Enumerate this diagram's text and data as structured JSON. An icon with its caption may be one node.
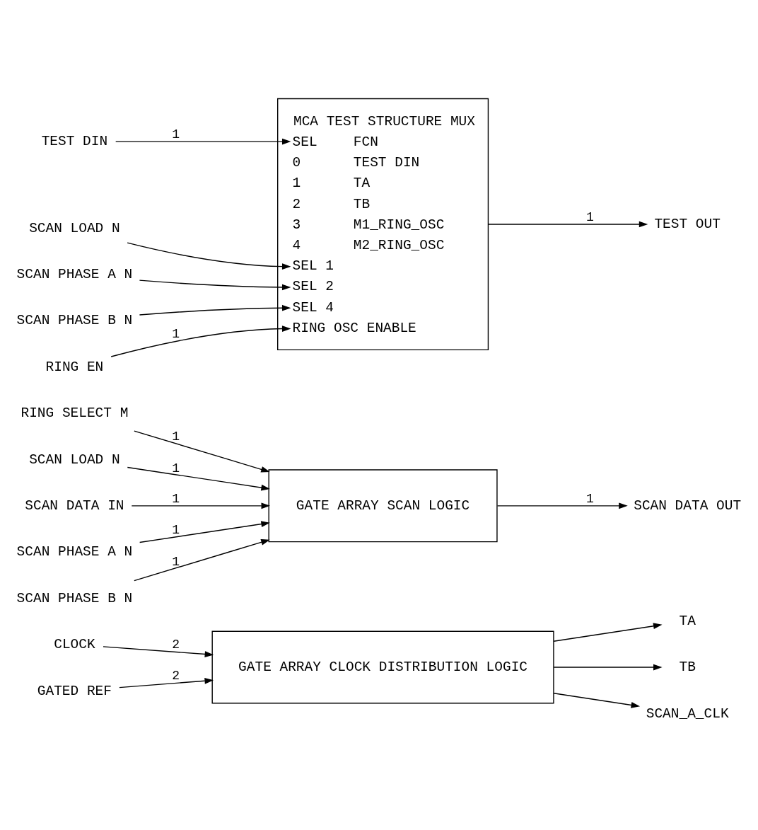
{
  "diagram": {
    "nodes": [
      {
        "text": [
          "CLOCK"
        ]
      },
      {
        "text": [
          "GATE ARRAY CLOCK DISTRIBUTION LOGIC"
        ]
      },
      {
        "text": [
          "TA"
        ]
      },
      {
        "text": [
          "GATED REF"
        ]
      },
      {
        "text": [
          "TB"
        ]
      },
      {
        "text": [
          "SCAN_A_CLK"
        ]
      },
      {
        "text": [
          "RING SELECT M"
        ]
      },
      {
        "text": [
          "GATE ARRAY SCAN LOGIC"
        ]
      },
      {
        "text": [
          "SCAN DATA OUT"
        ]
      },
      {
        "text": [
          "SCAN LOAD N"
        ]
      },
      {
        "text": [
          "SCAN DATA IN"
        ]
      },
      {
        "text": [
          "SCAN PHASE A N"
        ]
      },
      {
        "text": [
          "SCAN PHASE B N"
        ]
      },
      {
        "text": [
          "MCA TEST STRUCTURE MUX",
          "SEL",
          "FCN",
          "0",
          "TEST DIN",
          "1",
          "TA",
          "2",
          "TB",
          "3",
          "M1_RING_OSC",
          "4",
          "M2_RING_OSC",
          "SEL 1",
          "SEL 2",
          "SEL 4",
          "RING OSC ENABLE"
        ]
      },
      {
        "text": [
          "TEST OUT"
        ]
      },
      {
        "text": [
          "TEST DIN"
        ]
      },
      {
        "text": [
          "SCAN LOAD N"
        ]
      },
      {
        "text": [
          "SCAN PHASE A N"
        ]
      },
      {
        "text": [
          "SCAN PHASE B N"
        ]
      },
      {
        "text": [
          "RING EN"
        ]
      }
    ],
    "edges": [
      {
        "from": 0,
        "to": 1,
        "arrow": "to",
        "label": "2"
      },
      {
        "from": 3,
        "to": 1,
        "arrow": "to",
        "label": "2"
      },
      {
        "from": 1,
        "to": 2,
        "arrow": "to"
      },
      {
        "from": 1,
        "to": 4,
        "arrow": "to"
      },
      {
        "from": 1,
        "to": 5,
        "arrow": "to"
      },
      {
        "from": 6,
        "to": 7,
        "arrow": "to",
        "label": "1"
      },
      {
        "from": 7,
        "to": 8,
        "arrow": "to",
        "label": "1"
      },
      {
        "from": 9,
        "to": 7,
        "arrow": "to",
        "label": "1"
      },
      {
        "from": 10,
        "to": 7,
        "arrow": "to",
        "label": "1"
      },
      {
        "from": 11,
        "to": 7,
        "arrow": "to",
        "label": "1"
      },
      {
        "from": 12,
        "to": 7,
        "arrow": "to",
        "label": "1"
      },
      {
        "from": 13,
        "to": 14,
        "arrow": "to",
        "label": "1"
      },
      {
        "from": 15,
        "to": 13,
        "arrow": "to",
        "label": "1"
      },
      {
        "from": 16,
        "to": 13,
        "arrow": "to"
      },
      {
        "from": 17,
        "to": 13,
        "arrow": "to"
      },
      {
        "from": 18,
        "to": 13,
        "arrow": "to"
      },
      {
        "from": 19,
        "to": 13,
        "arrow": "to",
        "label": "1"
      }
    ]
  }
}
